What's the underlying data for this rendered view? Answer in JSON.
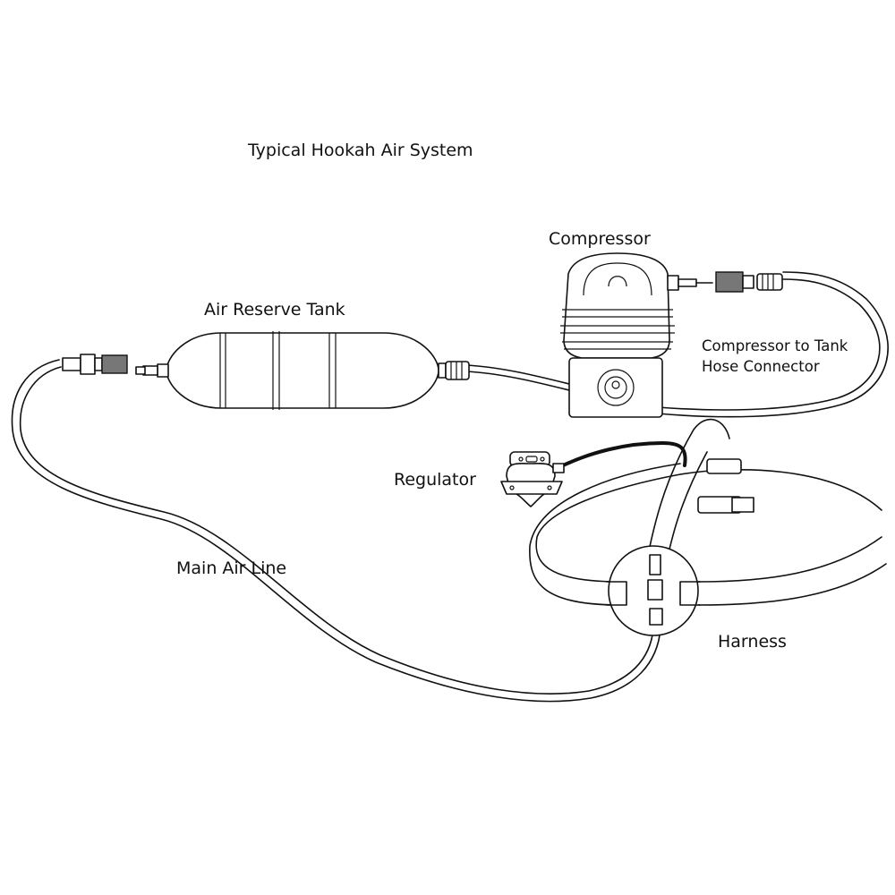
{
  "diagram": {
    "title": "Typical Hookah Air System",
    "components": {
      "compressor": {
        "label": "Compressor"
      },
      "tank": {
        "label": "Air Reserve Tank"
      },
      "hose_connector": {
        "line1": "Compressor to Tank",
        "line2": "Hose Connector"
      },
      "regulator": {
        "label": "Regulator"
      },
      "main_air_line": {
        "label": "Main Air Line"
      },
      "harness": {
        "label": "Harness"
      }
    },
    "connections": [
      {
        "from": "Compressor",
        "to": "Air Reserve Tank",
        "via": "Compressor to Tank Hose Connector"
      },
      {
        "from": "Air Reserve Tank",
        "to": "Harness",
        "via": "Main Air Line"
      },
      {
        "from": "Harness",
        "to": "Regulator",
        "via": "regulator hose"
      }
    ]
  }
}
